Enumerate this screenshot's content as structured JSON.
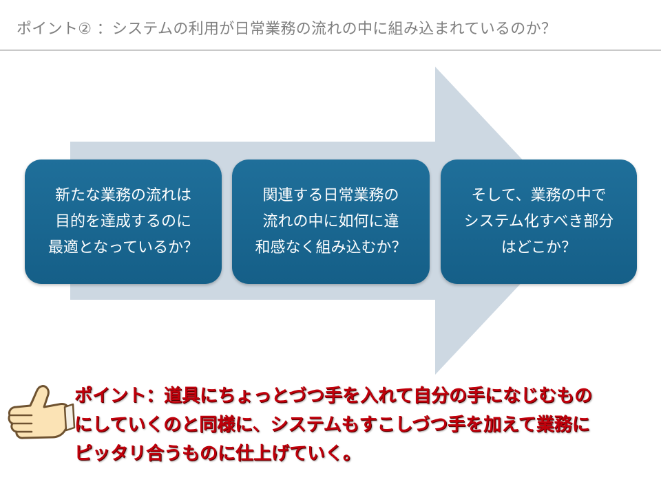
{
  "slide": {
    "title": "ポイント② ：システムの利用が日常業務の流れの中に組み込まれているのか？"
  },
  "process": {
    "steps": [
      {
        "lines": [
          "新たな業務の流れは",
          "目的を達成するのに",
          "最適となっているか？"
        ]
      },
      {
        "lines": [
          "関連する日常業務の",
          "流れの中に如何に違",
          "和感なく組み込むか？"
        ]
      },
      {
        "lines": [
          "そして、業務の中で",
          "システム化すべき部分",
          "はどこか？"
        ]
      }
    ]
  },
  "point": {
    "lines": [
      "ポイント：道具にちょっとづつ手を入れて自分の手になじむもの",
      "にしていくのと同様に、システムもすこしづつ手を加えて業務に",
      "ピッタリ合うものに仕上げていく。"
    ]
  },
  "colors": {
    "title_text": "#7f7f7f",
    "arrow": "#cdd8e2",
    "box": "#1b6891",
    "box_text": "#ffffff",
    "point_text": "#c0000b"
  },
  "icons": {
    "hand": "thumbs-up-hand-icon"
  }
}
